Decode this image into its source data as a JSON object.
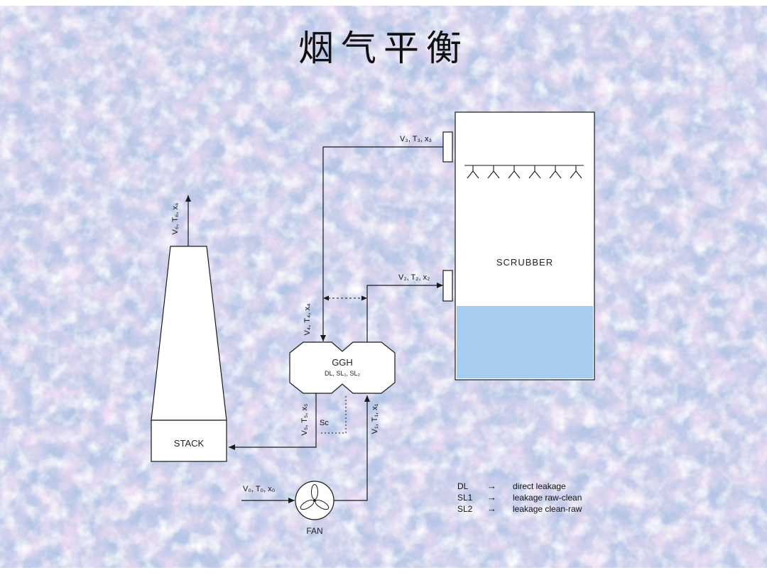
{
  "slide": {
    "title": "烟气平衡"
  },
  "diagram": {
    "stack_label": "STACK",
    "ggh_label": "GGH",
    "ggh_sublabel": "DL, SL₁, SL₂",
    "scrubber_label": "SCRUBBER",
    "fan_label": "FAN",
    "sc_label": "Sc",
    "flows": {
      "v0": "V₀, T₀, x₀",
      "v1": "V₁, T₁, x₁",
      "v2": "V₂, T₂, x₂",
      "v3": "V₃, T₃, x₃",
      "v4": "V₄, T₄, x₄",
      "v5": "V₅, T₅, x₅",
      "v6": "V₆, T₆, x₆"
    }
  },
  "legend": {
    "items": [
      {
        "abbr": "DL",
        "arrow": "→",
        "desc": "direct leakage"
      },
      {
        "abbr": "SL1",
        "arrow": "→",
        "desc": "leakage raw-clean"
      },
      {
        "abbr": "SL2",
        "arrow": "→",
        "desc": "leakage clean-raw"
      }
    ]
  },
  "colors": {
    "background": "#b6c7e6",
    "liquid": "#a6ccf0",
    "line": "#1a1a1a"
  }
}
